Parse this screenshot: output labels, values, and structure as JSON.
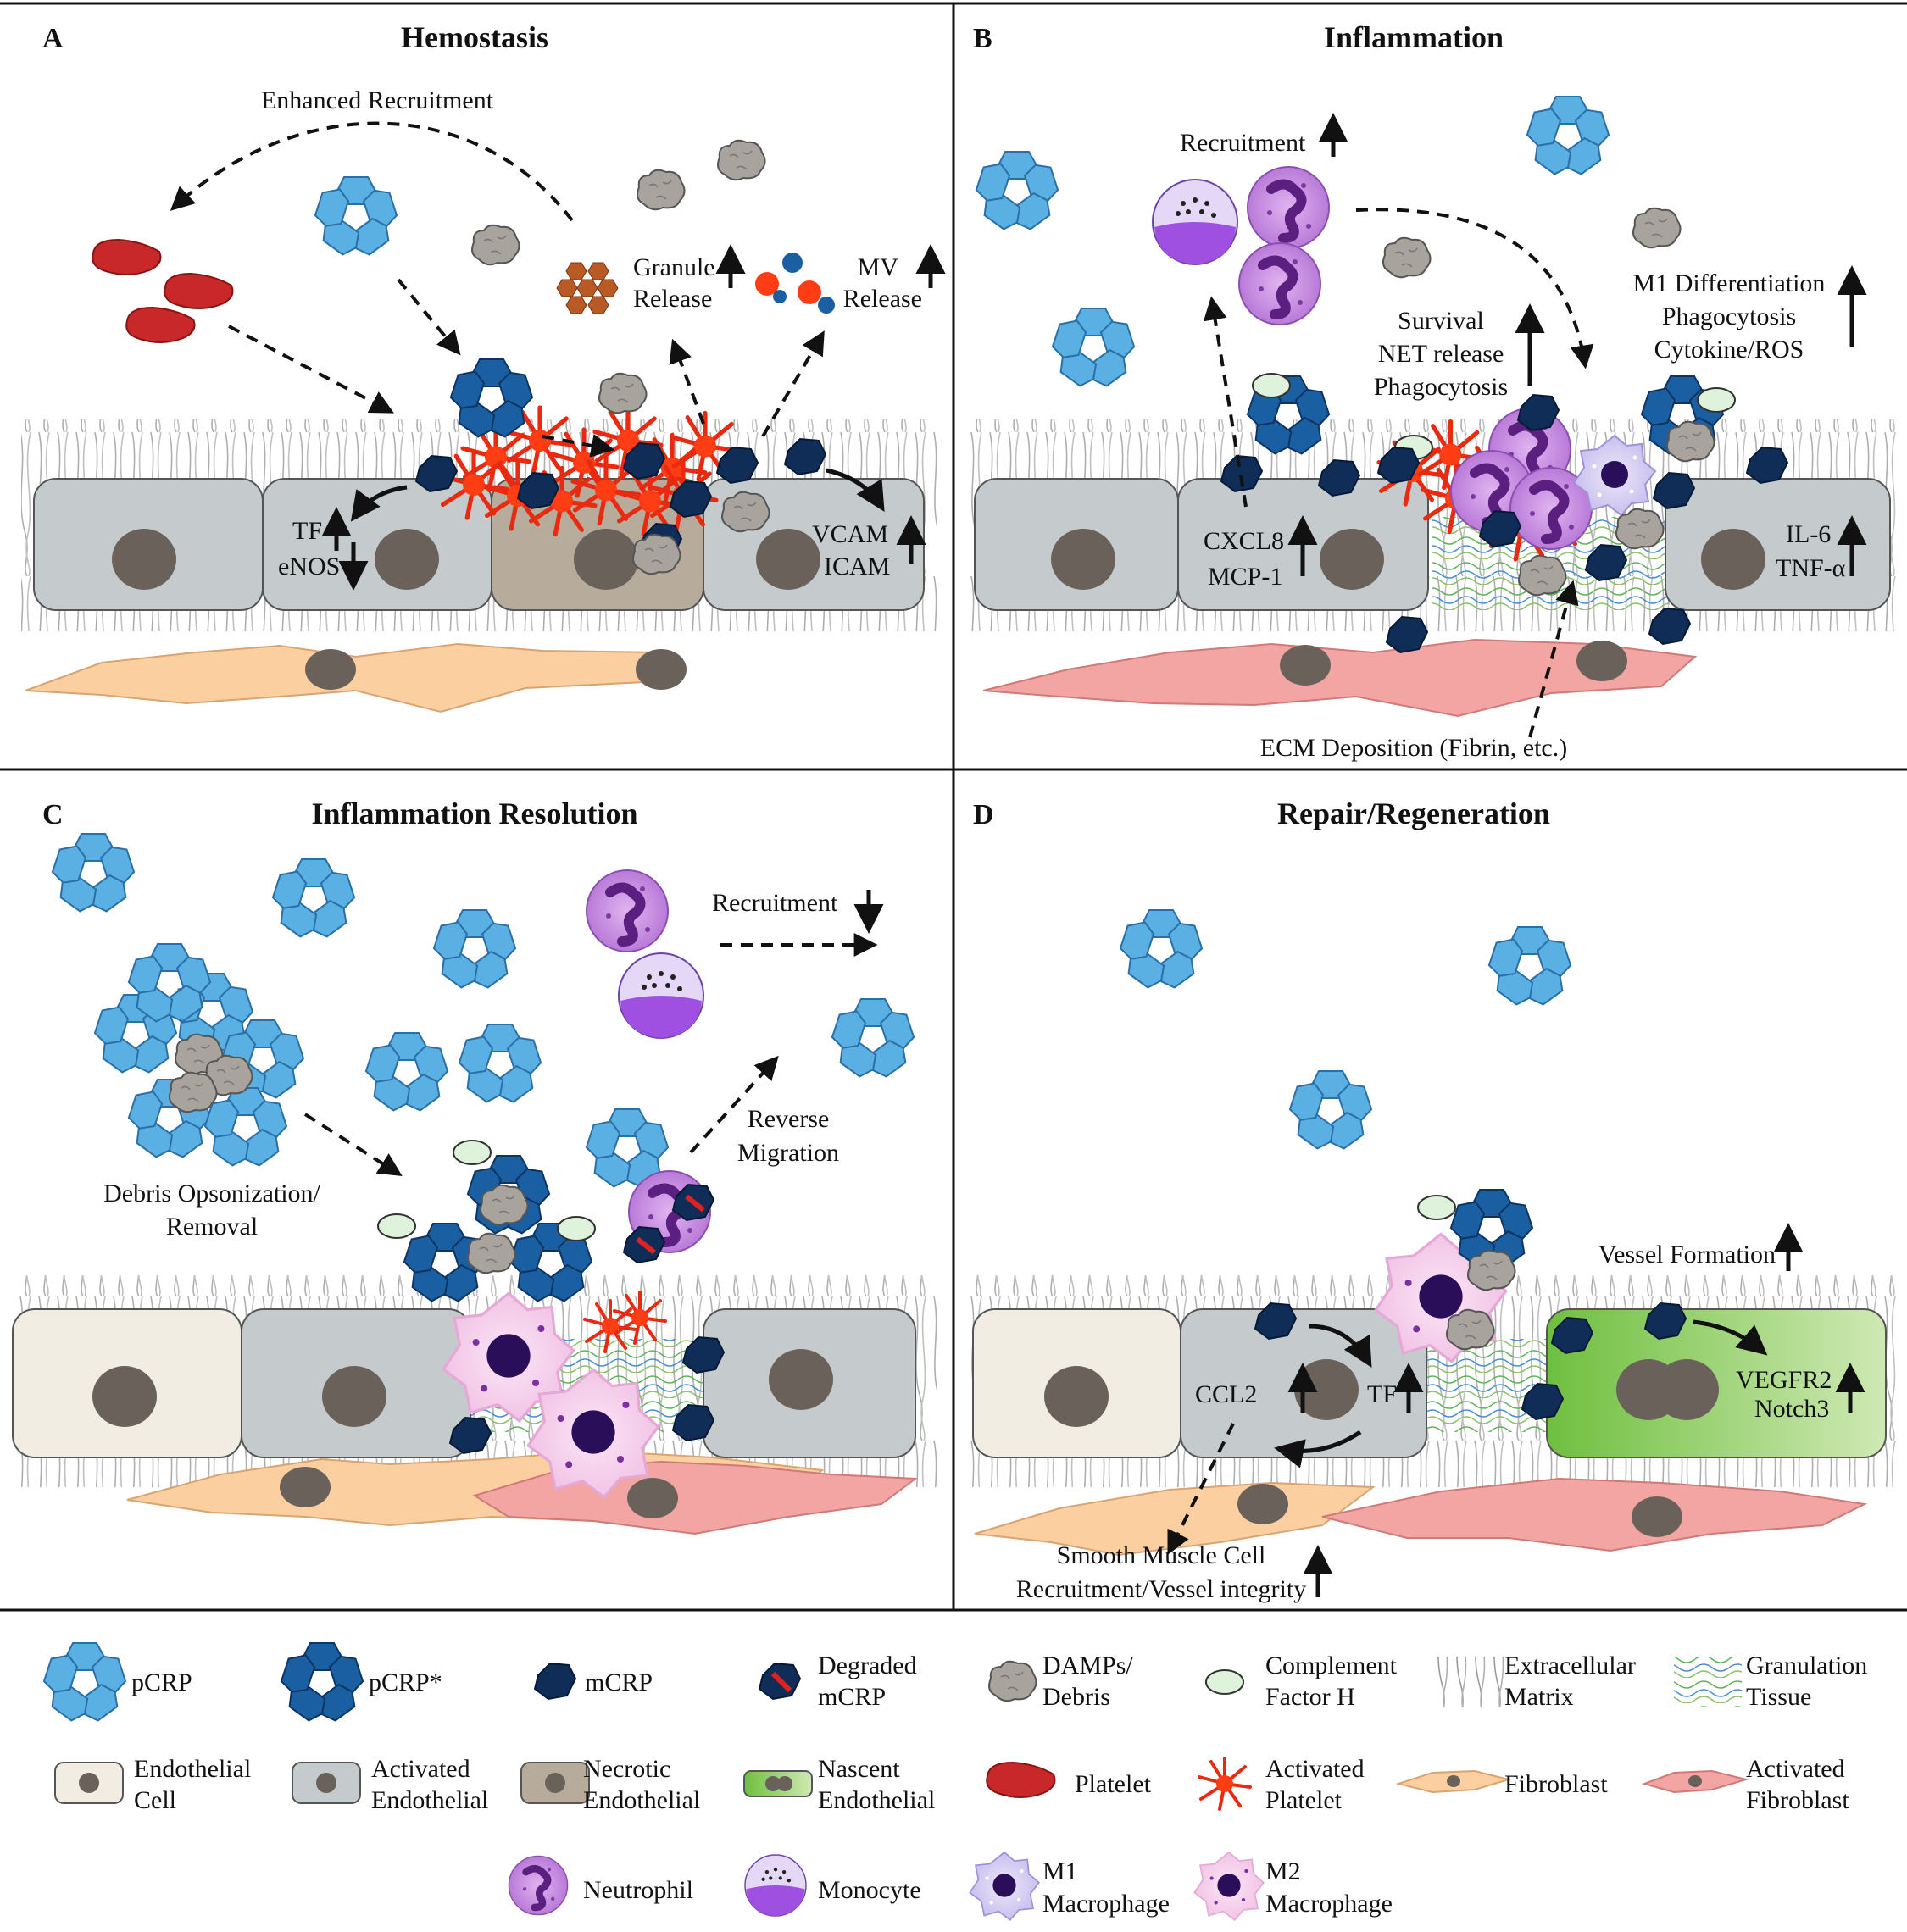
{
  "panels": {
    "A": {
      "letter": "A",
      "title": "Hemostasis"
    },
    "B": {
      "letter": "B",
      "title": "Inflammation"
    },
    "C": {
      "letter": "C",
      "title": "Inflammation Resolution"
    },
    "D": {
      "letter": "D",
      "title": "Repair/Regeneration"
    }
  },
  "labels": {
    "A": {
      "enhanced": "Enhanced Recruitment",
      "granule1": "Granule",
      "granule2": "Release",
      "mv1": "MV",
      "mv2": "Release",
      "tf": "TF",
      "enos": "eNOS",
      "vcam": "VCAM",
      "icam": "ICAM"
    },
    "B": {
      "recruitment": "Recruitment",
      "survival": "Survival",
      "net": "NET release",
      "phago": "Phagocytosis",
      "m1diff": "M1 Differentiation",
      "m1phago": "Phagocytosis",
      "cyto": "Cytokine/ROS",
      "cxcl8": "CXCL8",
      "mcp1": "MCP-1",
      "il6": "IL-6",
      "tnf": "TNF-α",
      "ecm": "ECM Deposition (Fibrin, etc.)"
    },
    "C": {
      "recruitment": "Recruitment",
      "reverse1": "Reverse",
      "reverse2": "Migration",
      "debris1": "Debris Opsonization/",
      "debris2": "Removal"
    },
    "D": {
      "vessel": "Vessel Formation",
      "ccl2": "CCL2",
      "tf": "TF",
      "vegfr2": "VEGFR2",
      "notch3": "Notch3",
      "smc1": "Smooth Muscle Cell",
      "smc2": "Recruitment/Vessel integrity"
    }
  },
  "legend": [
    {
      "id": "pcrp",
      "line1": "pCRP",
      "line2": ""
    },
    {
      "id": "pcrpstar",
      "line1": "pCRP*",
      "line2": ""
    },
    {
      "id": "mcrp",
      "line1": "mCRP",
      "line2": ""
    },
    {
      "id": "degraded",
      "line1": "Degraded",
      "line2": "mCRP"
    },
    {
      "id": "damps",
      "line1": "DAMPs/",
      "line2": "Debris"
    },
    {
      "id": "cfh",
      "line1": "Complement",
      "line2": "Factor H"
    },
    {
      "id": "ecm",
      "line1": "Extracellular",
      "line2": "Matrix"
    },
    {
      "id": "gran",
      "line1": "Granulation",
      "line2": "Tissue"
    },
    {
      "id": "endo",
      "line1": "Endothelial",
      "line2": "Cell"
    },
    {
      "id": "actendo",
      "line1": "Activated",
      "line2": "Endothelial"
    },
    {
      "id": "necro",
      "line1": "Necrotic",
      "line2": "Endothelial"
    },
    {
      "id": "nascent",
      "line1": "Nascent",
      "line2": "Endothelial"
    },
    {
      "id": "platelet",
      "line1": "Platelet",
      "line2": ""
    },
    {
      "id": "actplatelet",
      "line1": "Activated",
      "line2": "Platelet"
    },
    {
      "id": "fibro",
      "line1": "Fibroblast",
      "line2": ""
    },
    {
      "id": "actfibro",
      "line1": "Activated",
      "line2": "Fibroblast"
    },
    {
      "id": "neutrophil",
      "line1": "Neutrophil",
      "line2": ""
    },
    {
      "id": "monocyte",
      "line1": "Monocyte",
      "line2": ""
    },
    {
      "id": "m1",
      "line1": "M1",
      "line2": "Macrophage"
    },
    {
      "id": "m2",
      "line1": "M2",
      "line2": "Macrophage"
    }
  ],
  "colors": {
    "pcrp": "#5ab0e2",
    "pcrpstar": "#1b5fa3",
    "mcrp": "#0f2d57",
    "endo": "#f1ede2",
    "actendo": "#c5cbcd",
    "necro": "#b7ab9c",
    "nucleus": "#6a625a",
    "fibro": "#fbcf9f",
    "actfibro": "#f2a5a3",
    "platelet": "#c8282a",
    "actplatelet": "#ff3d14",
    "neutrophil": "#c98ee6",
    "monocyte": "#a050e0",
    "m1": "#d9d4f2",
    "m2": "#f6d2ec",
    "nascent": "#8ccc5a",
    "granule": "#b85a26"
  }
}
